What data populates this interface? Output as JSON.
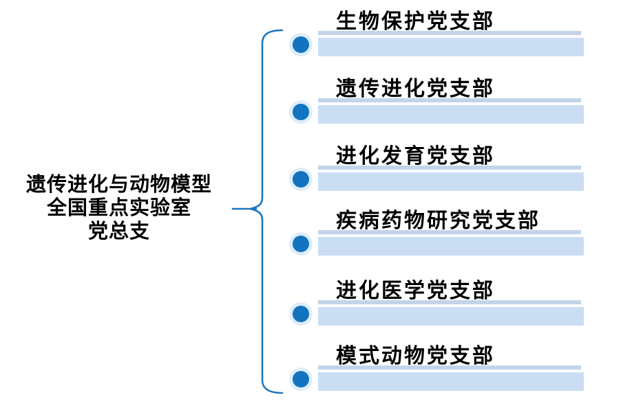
{
  "diagram": {
    "type": "org-bracket-list",
    "root": {
      "label_lines": [
        "遗传进化与动物模型",
        "全国重点实验室",
        "党总支"
      ]
    },
    "branches": [
      {
        "label": "生物保护党支部"
      },
      {
        "label": "遗传进化党支部"
      },
      {
        "label": "进化发育党支部"
      },
      {
        "label": "疾病药物研究党支部"
      },
      {
        "label": "进化医学党支部"
      },
      {
        "label": "模式动物党支部"
      }
    ]
  },
  "colors": {
    "line_blue": "#1B74BE",
    "bullet_blue": "#1273BE",
    "tint_underline": "#C3D4EA",
    "tint_bar": "#CBDDF3",
    "text": "#000000",
    "background": "#FFFFFF"
  }
}
